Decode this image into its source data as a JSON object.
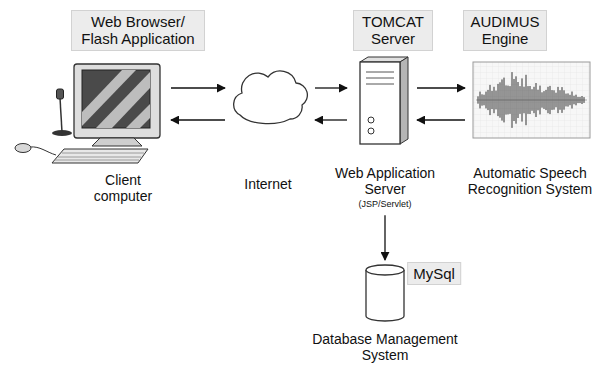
{
  "diagram": {
    "nodes": [
      {
        "text": [
          "Web Browser/ Flash Application",
          "Client computer"
        ]
      },
      {
        "text": [
          "Internet"
        ]
      },
      {
        "text": [
          "TOMCAT Server",
          "Web Application Server",
          "(JSP/Servlet)"
        ]
      },
      {
        "text": [
          "AUDIMUS Engine",
          "Automatic Speech Recognition System"
        ]
      },
      {
        "text": [
          "MySql",
          "Database Management System"
        ]
      }
    ],
    "edges": [
      {
        "from": 0,
        "to": 1,
        "arrow": "to"
      },
      {
        "from": 1,
        "to": 0,
        "arrow": "to"
      },
      {
        "from": 1,
        "to": 2,
        "arrow": "to"
      },
      {
        "from": 2,
        "to": 1,
        "arrow": "to"
      },
      {
        "from": 2,
        "to": 3,
        "arrow": "to"
      },
      {
        "from": 3,
        "to": 2,
        "arrow": "to"
      },
      {
        "from": 2,
        "to": 4,
        "arrow": "to"
      }
    ]
  }
}
